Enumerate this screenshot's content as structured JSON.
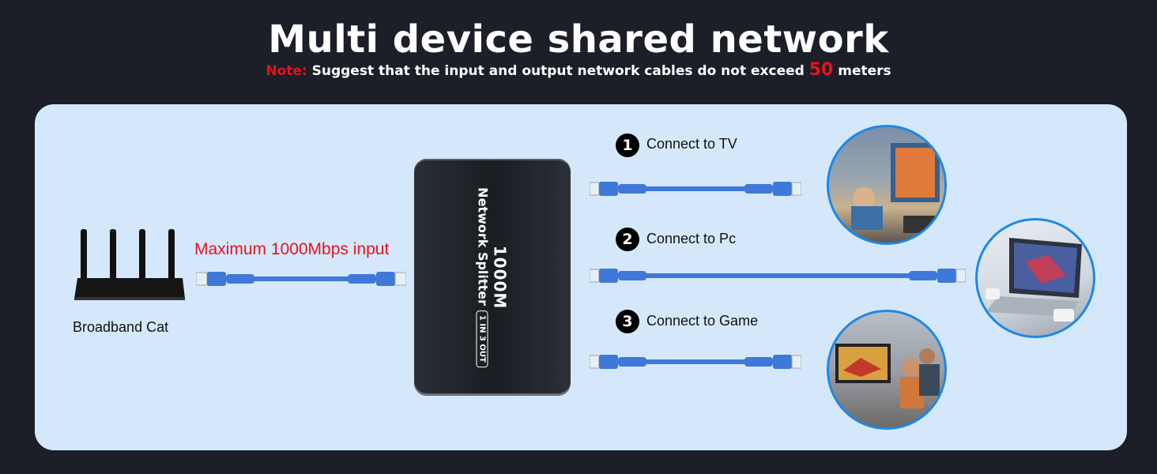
{
  "header": {
    "title": "Multi device shared network",
    "note_prefix": "Note:",
    "note_text": " Suggest that the input and output network cables do not exceed ",
    "note_value": "50",
    "note_suffix": " meters"
  },
  "router": {
    "label": "Broadband Cat"
  },
  "input_cable": {
    "label": "Maximum 1000Mbps input"
  },
  "splitter": {
    "model": "1000M",
    "name": "Network Splitter",
    "badge": "1 IN 3 OUT"
  },
  "outputs": [
    {
      "number": "1",
      "label": "Connect to TV"
    },
    {
      "number": "2",
      "label": "Connect to Pc"
    },
    {
      "number": "3",
      "label": "Connect to Game"
    }
  ],
  "colors": {
    "background": "#1c1f27",
    "panel": "#d5e8fb",
    "accent_red": "#e8121b",
    "cable_blue": "#3f78d8"
  }
}
